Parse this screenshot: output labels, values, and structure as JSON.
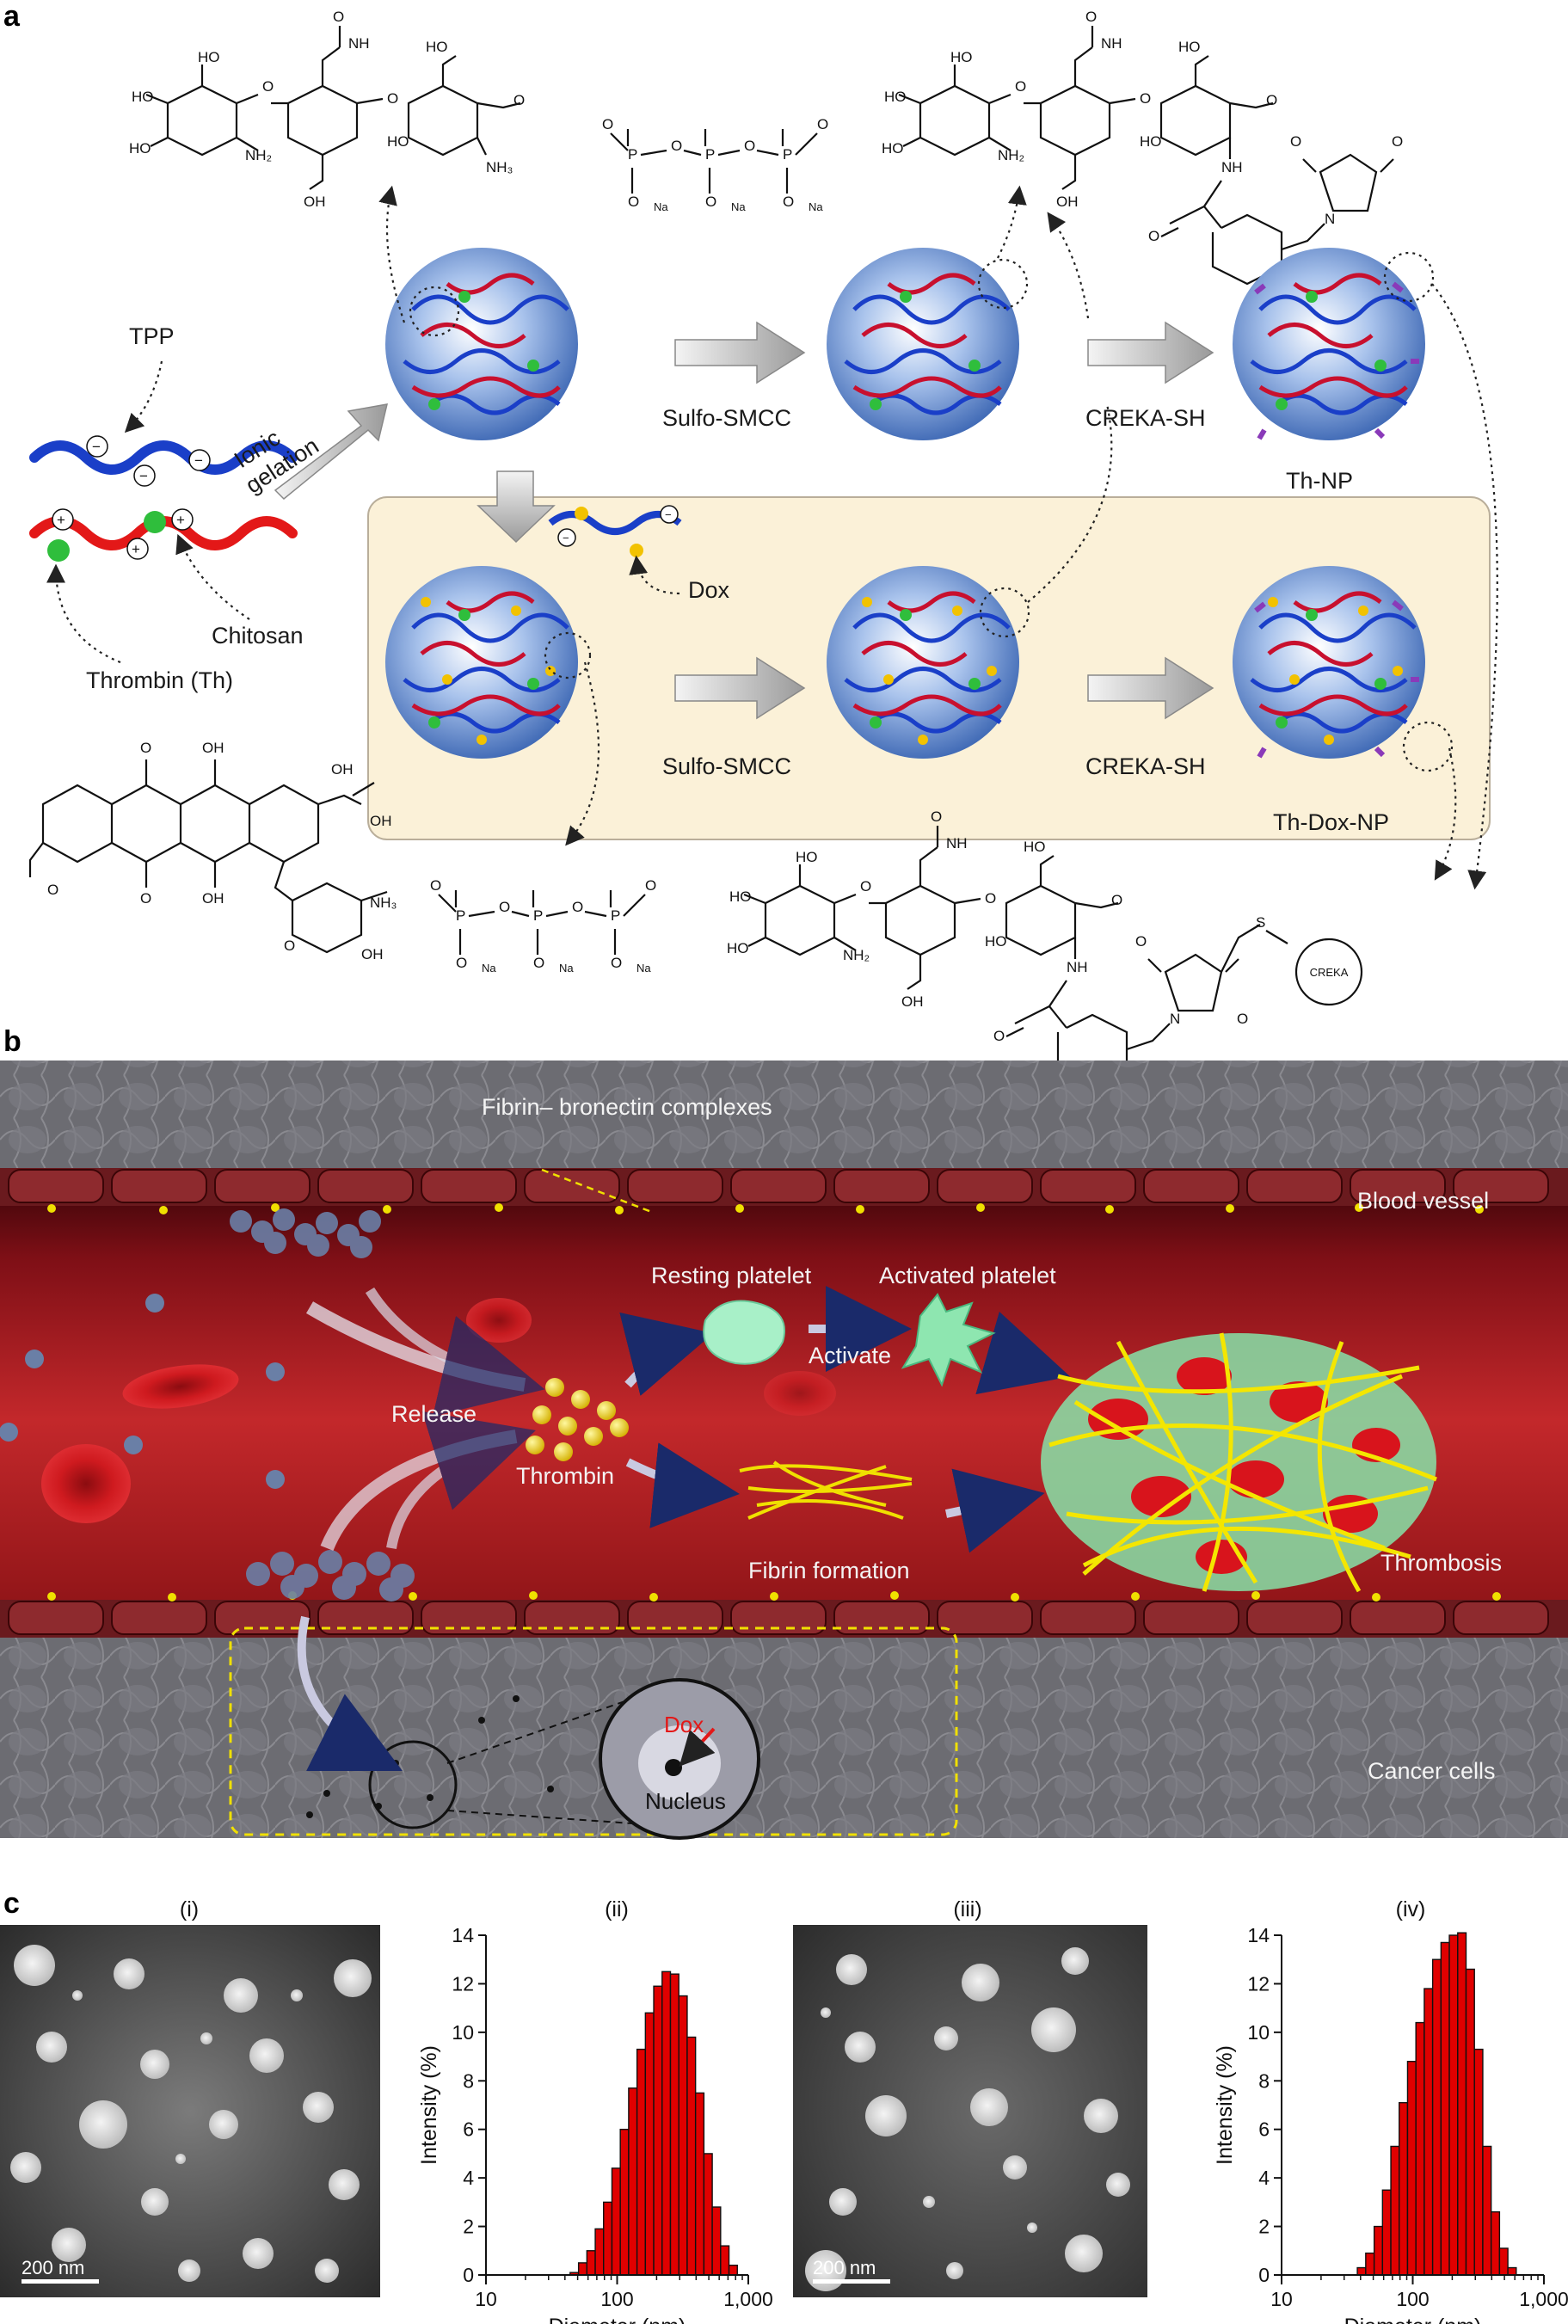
{
  "panels": {
    "a": "a",
    "b": "b",
    "c": "c"
  },
  "panel_a": {
    "tpp": "TPP",
    "ionic_gelation_1": "Ionic",
    "ionic_gelation_2": "gelation",
    "chitosan": "Chitosan",
    "thrombin": "Thrombin (Th)",
    "dox": "Dox",
    "sulfo_smcc_top": "Sulfo-SMCC",
    "creka_sh_top": "CREKA-SH",
    "th_np": "Th-NP",
    "sulfo_smcc_bottom": "Sulfo-SMCC",
    "creka_sh_bottom": "CREKA-SH",
    "th_dox_np": "Th-Dox-NP",
    "chem": {
      "nh": "NH",
      "nh2": "NH₂",
      "nh3": "NH₃",
      "ho": "HO",
      "oh": "OH",
      "o": "O",
      "p": "P",
      "na": "Na",
      "plus": "+",
      "minus": "−",
      "n": "N",
      "s": "S",
      "creka": "CREKA",
      "dox_nh3": "NH₃"
    }
  },
  "panel_b": {
    "fibrin_complex": "Fibrin–  bronectin complexes",
    "blood_vessel": "Blood vessel",
    "resting_platelet": "Resting platelet",
    "activated_platelet": "Activated platelet",
    "activate": "Activate",
    "release": "Release",
    "thrombin": "Thrombin",
    "fibrin_formation": "Fibrin formation",
    "thrombosis": "Thrombosis",
    "dox": "Dox",
    "nucleus": "Nucleus",
    "cancer_cells": "Cancer cells"
  },
  "panel_c": {
    "sub_i": "(i)",
    "sub_ii": "(ii)",
    "sub_iii": "(iii)",
    "sub_iv": "(iv)",
    "scale_bar_i": "200 nm",
    "scale_bar_iii": "200 nm"
  },
  "chart_data": [
    {
      "type": "bar",
      "panel": "(ii)",
      "xlabel": "Diameter (nm)",
      "ylabel": "Intensity (%)",
      "x_scale": "log",
      "xlim": [
        10,
        1000
      ],
      "ylim": [
        0,
        14
      ],
      "x_ticks": [
        "10",
        "100",
        "1,000"
      ],
      "y_ticks": [
        "0",
        "2",
        "4",
        "6",
        "8",
        "10",
        "12",
        "14"
      ],
      "bar_color": "#e00000",
      "bins": [
        {
          "lo": 43.8,
          "hi": 50.8,
          "value": 0.1
        },
        {
          "lo": 50.8,
          "hi": 58.8,
          "value": 0.5
        },
        {
          "lo": 58.8,
          "hi": 68.1,
          "value": 1.0
        },
        {
          "lo": 68.1,
          "hi": 78.8,
          "value": 1.9
        },
        {
          "lo": 78.8,
          "hi": 91.3,
          "value": 3.0
        },
        {
          "lo": 91.3,
          "hi": 105.7,
          "value": 4.4
        },
        {
          "lo": 105.7,
          "hi": 122.4,
          "value": 6.0
        },
        {
          "lo": 122.4,
          "hi": 141.8,
          "value": 7.7
        },
        {
          "lo": 141.8,
          "hi": 164.2,
          "value": 9.3
        },
        {
          "lo": 164.2,
          "hi": 190.1,
          "value": 10.8
        },
        {
          "lo": 190.1,
          "hi": 220.2,
          "value": 11.9
        },
        {
          "lo": 220.2,
          "hi": 255.0,
          "value": 12.5
        },
        {
          "lo": 255.0,
          "hi": 295.3,
          "value": 12.4
        },
        {
          "lo": 295.3,
          "hi": 342.0,
          "value": 11.5
        },
        {
          "lo": 342.0,
          "hi": 396.1,
          "value": 9.8
        },
        {
          "lo": 396.1,
          "hi": 458.7,
          "value": 7.5
        },
        {
          "lo": 458.7,
          "hi": 531.2,
          "value": 5.0
        },
        {
          "lo": 531.2,
          "hi": 615.1,
          "value": 2.8
        },
        {
          "lo": 615.1,
          "hi": 712.4,
          "value": 1.2
        },
        {
          "lo": 712.4,
          "hi": 825.0,
          "value": 0.4
        }
      ]
    },
    {
      "type": "bar",
      "panel": "(iv)",
      "xlabel": "Diameter (nm)",
      "ylabel": "Intensity (%)",
      "x_scale": "log",
      "xlim": [
        10,
        1000
      ],
      "ylim": [
        0,
        14
      ],
      "x_ticks": [
        "10",
        "100",
        "1,000"
      ],
      "y_ticks": [
        "0",
        "2",
        "4",
        "6",
        "8",
        "10",
        "12",
        "14"
      ],
      "bar_color": "#e00000",
      "bins": [
        {
          "lo": 37.8,
          "hi": 43.8,
          "value": 0.3
        },
        {
          "lo": 43.8,
          "hi": 50.8,
          "value": 0.9
        },
        {
          "lo": 50.8,
          "hi": 58.8,
          "value": 2.0
        },
        {
          "lo": 58.8,
          "hi": 68.1,
          "value": 3.5
        },
        {
          "lo": 68.1,
          "hi": 78.8,
          "value": 5.3
        },
        {
          "lo": 78.8,
          "hi": 91.3,
          "value": 7.1
        },
        {
          "lo": 91.3,
          "hi": 105.7,
          "value": 8.8
        },
        {
          "lo": 105.7,
          "hi": 122.4,
          "value": 10.4
        },
        {
          "lo": 122.4,
          "hi": 141.8,
          "value": 11.8
        },
        {
          "lo": 141.8,
          "hi": 164.2,
          "value": 13.0
        },
        {
          "lo": 164.2,
          "hi": 190.1,
          "value": 13.7
        },
        {
          "lo": 190.1,
          "hi": 220.2,
          "value": 14.0
        },
        {
          "lo": 220.2,
          "hi": 255.0,
          "value": 14.1
        },
        {
          "lo": 255.0,
          "hi": 295.3,
          "value": 12.6
        },
        {
          "lo": 295.3,
          "hi": 342.0,
          "value": 9.3
        },
        {
          "lo": 342.0,
          "hi": 396.1,
          "value": 5.3
        },
        {
          "lo": 396.1,
          "hi": 458.7,
          "value": 2.6
        },
        {
          "lo": 458.7,
          "hi": 531.2,
          "value": 1.1
        },
        {
          "lo": 531.2,
          "hi": 615.1,
          "value": 0.3
        }
      ]
    }
  ]
}
